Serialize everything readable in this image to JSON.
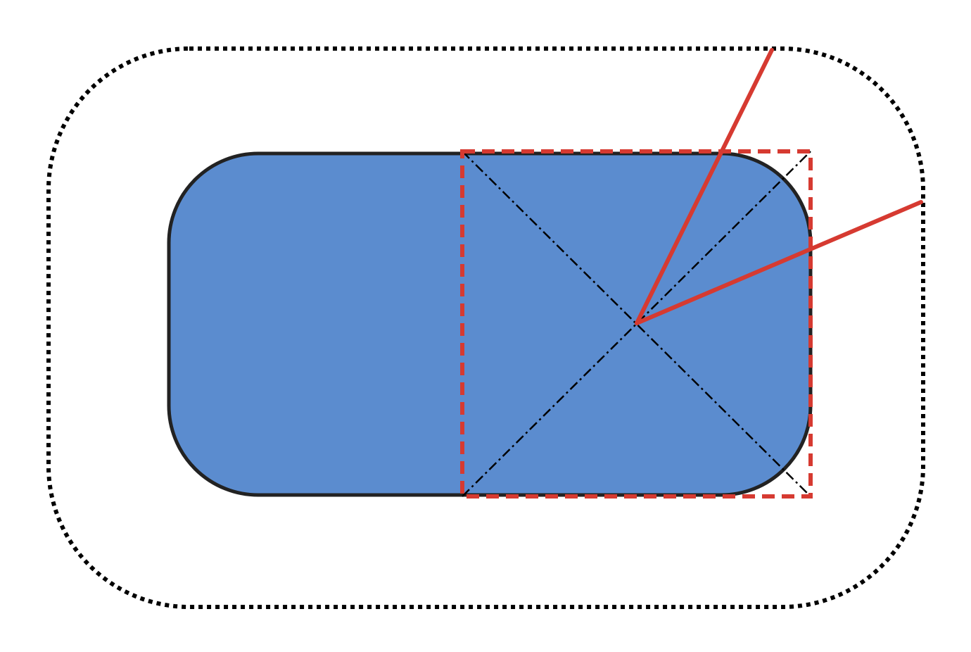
{
  "diagram": {
    "colors": {
      "background": "#ffffff",
      "shape_fill": "#5b8ccf",
      "shape_stroke": "#222222",
      "outer_boundary": "#000000",
      "highlight": "#d63a31",
      "diagonals": "#000000"
    },
    "elements": [
      "outer-rounded-boundary",
      "blue-rounded-rectangle",
      "red-dashed-square",
      "dashdot-diagonals",
      "red-rays"
    ]
  }
}
